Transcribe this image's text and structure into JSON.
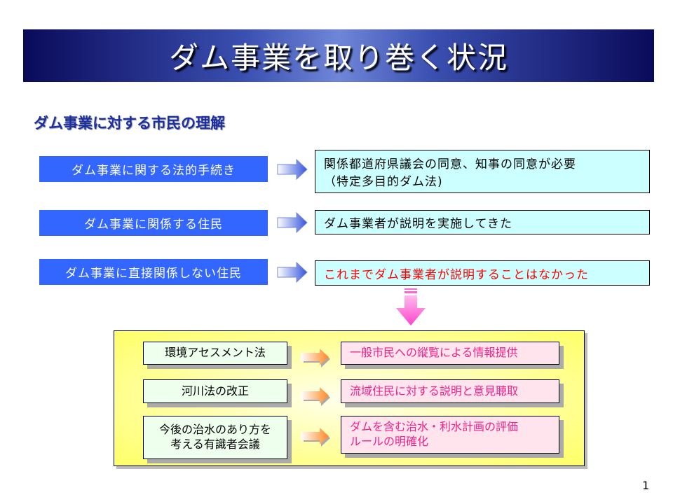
{
  "title": "ダム事業を取り巻く状況",
  "subtitle": "ダム事業に対する市民の理解",
  "rows": [
    {
      "label": "ダム事業に関する法的手続き",
      "result_lines": [
        "関係都道府県議会の同意、知事の同意が必要",
        "（特定多目的ダム法)"
      ]
    },
    {
      "label": "ダム事業に関係する住民",
      "result_lines": [
        "ダム事業者が説明を実施してきた"
      ]
    },
    {
      "label": "ダム事業に直接関係しない住民",
      "result_lines": [
        "これまでダム事業者が説明することはなかった"
      ]
    }
  ],
  "changes": [
    {
      "cause_lines": [
        "環境アセスメント法"
      ],
      "effect_lines": [
        "一般市民への縦覧による情報提供"
      ]
    },
    {
      "cause_lines": [
        "河川法の改正"
      ],
      "effect_lines": [
        "流域住民に対する説明と意見聴取"
      ]
    },
    {
      "cause_lines": [
        "今後の治水のあり方を",
        "考える有識者会議"
      ],
      "effect_lines": [
        "ダムを含む治水・利水計画の評価",
        "ルールの明確化"
      ]
    }
  ],
  "page_number": "1",
  "colors": {
    "blue_box": "#3366ff",
    "highlight_text": "#ff0000",
    "pink_text": "#ee2288"
  }
}
